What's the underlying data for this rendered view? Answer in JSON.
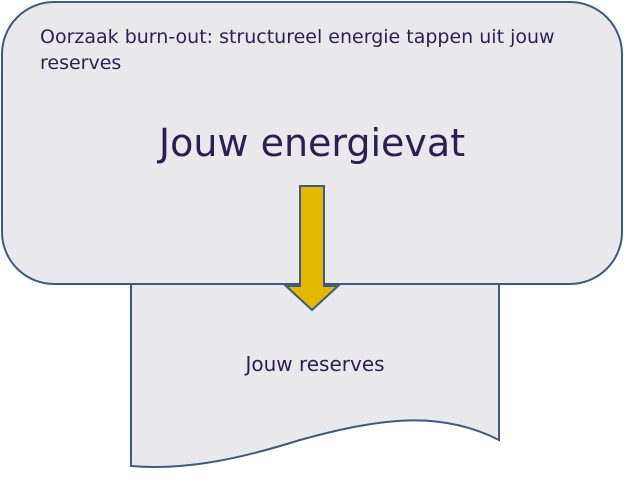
{
  "diagram": {
    "subtitle": "Oorzaak burn-out: structureel energie tappen uit jouw reserves",
    "title": "Jouw energievat",
    "reserves_label": "Jouw reserves",
    "colors": {
      "box_fill": "#e9e9ec",
      "border": "#3c5a84",
      "arrow_fill": "#e2b800",
      "text": "#2b1e55"
    }
  }
}
